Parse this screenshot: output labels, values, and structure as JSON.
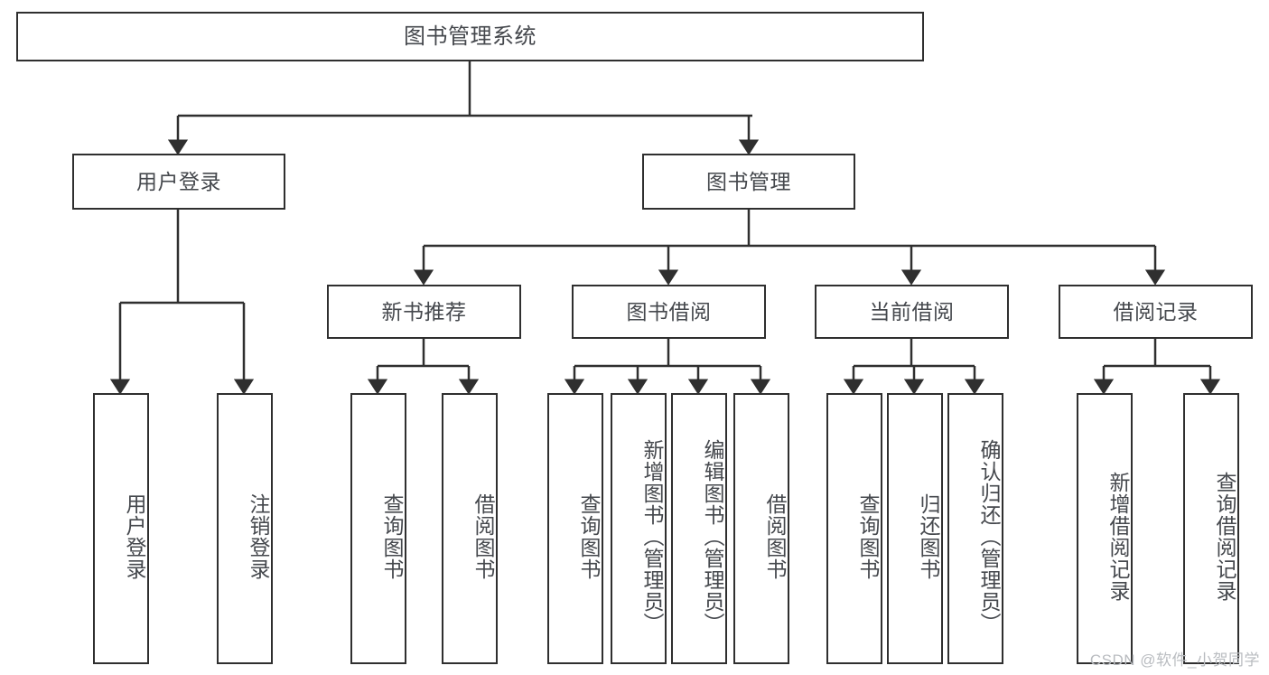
{
  "diagram": {
    "title": "图书管理系统",
    "type": "tree",
    "watermark": "CSDN @软件_小贺同学",
    "colors": {
      "border": "#2f2f2f",
      "text": "#45484d",
      "background": "#ffffff",
      "watermark": "#b9bcc0"
    },
    "levels": {
      "root": {
        "label": "图书管理系统"
      },
      "level2": [
        {
          "label": "用户登录"
        },
        {
          "label": "图书管理"
        }
      ],
      "level3": [
        {
          "label": "新书推荐"
        },
        {
          "label": "图书借阅"
        },
        {
          "label": "当前借阅"
        },
        {
          "label": "借阅记录"
        }
      ],
      "leaves": {
        "user_login": [
          {
            "label": "用户登录"
          },
          {
            "label": "注销登录"
          }
        ],
        "new_book_recommend": [
          {
            "label": "查询图书"
          },
          {
            "label": "借阅图书"
          }
        ],
        "book_borrow": [
          {
            "label": "查询图书"
          },
          {
            "label": "新增图书（管理员）"
          },
          {
            "label": "编辑图书（管理员）"
          },
          {
            "label": "借阅图书"
          }
        ],
        "current_borrow": [
          {
            "label": "查询图书"
          },
          {
            "label": "归还图书"
          },
          {
            "label": "确认归还（管理员）"
          }
        ],
        "borrow_record": [
          {
            "label": "新增借阅记录"
          },
          {
            "label": "查询借阅记录"
          }
        ]
      }
    }
  }
}
